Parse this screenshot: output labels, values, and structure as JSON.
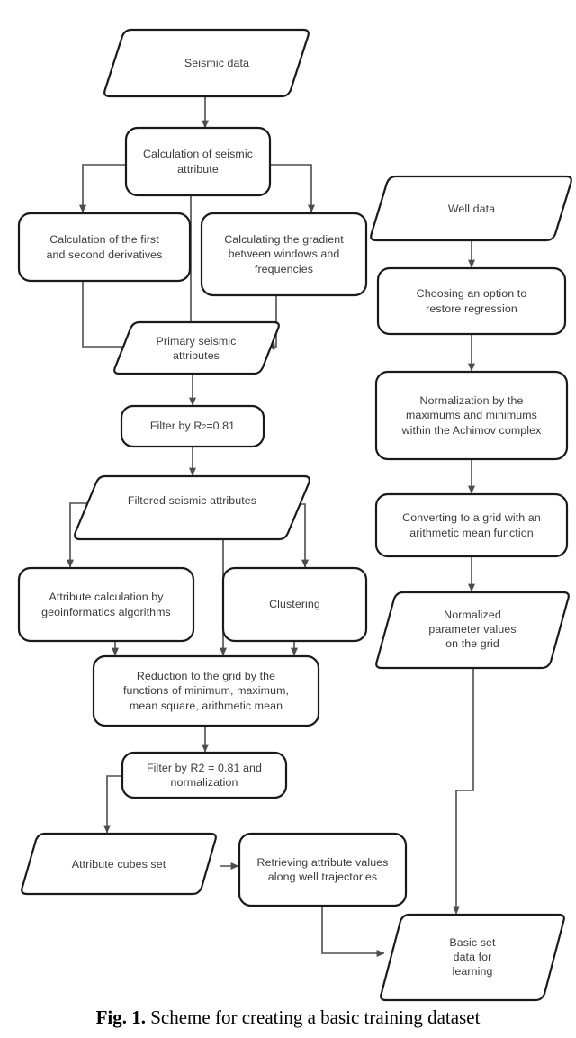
{
  "figure": {
    "caption_prefix": "Fig. 1.",
    "caption_text": "Scheme for creating a basic training dataset",
    "stroke_color": "#1a1a1a",
    "connector_color": "#4d4d4d",
    "text_color": "#3a3a3a",
    "fill_color": "#ffffff"
  },
  "nodes": {
    "seismic_data": {
      "label": "Seismic data",
      "shape": "parallelogram"
    },
    "calc_seismic_attribute": {
      "label": "Calculation of seismic\nattribute",
      "shape": "rounded-rect"
    },
    "calc_derivatives": {
      "label": "Calculation of the first\nand second derivatives",
      "shape": "rounded-rect"
    },
    "calc_gradient": {
      "label": "Calculating the gradient\nbetween windows and\nfrequencies",
      "shape": "rounded-rect"
    },
    "primary_attributes": {
      "label": "Primary seismic\nattributes",
      "shape": "parallelogram"
    },
    "filter_r2": {
      "label_pre": "Filter by R",
      "label_sup": "2",
      "label_post": "=0.81",
      "shape": "rounded-rect"
    },
    "filtered_attributes": {
      "label": "Filtered seismic attributes",
      "shape": "parallelogram"
    },
    "attribute_calc_geoinformatics": {
      "label": "Attribute calculation by\ngeoinformatics algorithms",
      "shape": "rounded-rect"
    },
    "clustering": {
      "label": "Clustering",
      "shape": "rounded-rect"
    },
    "reduction_to_grid": {
      "label": "Reduction to the grid by the\nfunctions of minimum, maximum,\nmean square, arithmetic mean",
      "shape": "rounded-rect"
    },
    "filter_r2_normalization": {
      "label": "Filter by R2 = 0.81 and\nnormalization",
      "shape": "rounded-rect"
    },
    "attribute_cubes_set": {
      "label": "Attribute cubes set",
      "shape": "parallelogram"
    },
    "retrieving_attribute_values": {
      "label": "Retrieving attribute values\nalong well trajectories",
      "shape": "rounded-rect"
    },
    "well_data": {
      "label": "Well data",
      "shape": "parallelogram"
    },
    "choosing_option": {
      "label": "Choosing an option to\nrestore regression",
      "shape": "rounded-rect"
    },
    "normalization_achimov": {
      "label": "Normalization by the\nmaximums and minimums\nwithin the Achimov complex",
      "shape": "rounded-rect"
    },
    "converting_to_grid": {
      "label": "Converting to a grid with an\narithmetic mean function",
      "shape": "rounded-rect"
    },
    "normalized_parameter_values": {
      "label": "Normalized\nparameter values\non the grid",
      "shape": "parallelogram"
    },
    "basic_set_data": {
      "label": "Basic set\ndata for\nlearning",
      "shape": "parallelogram"
    }
  }
}
